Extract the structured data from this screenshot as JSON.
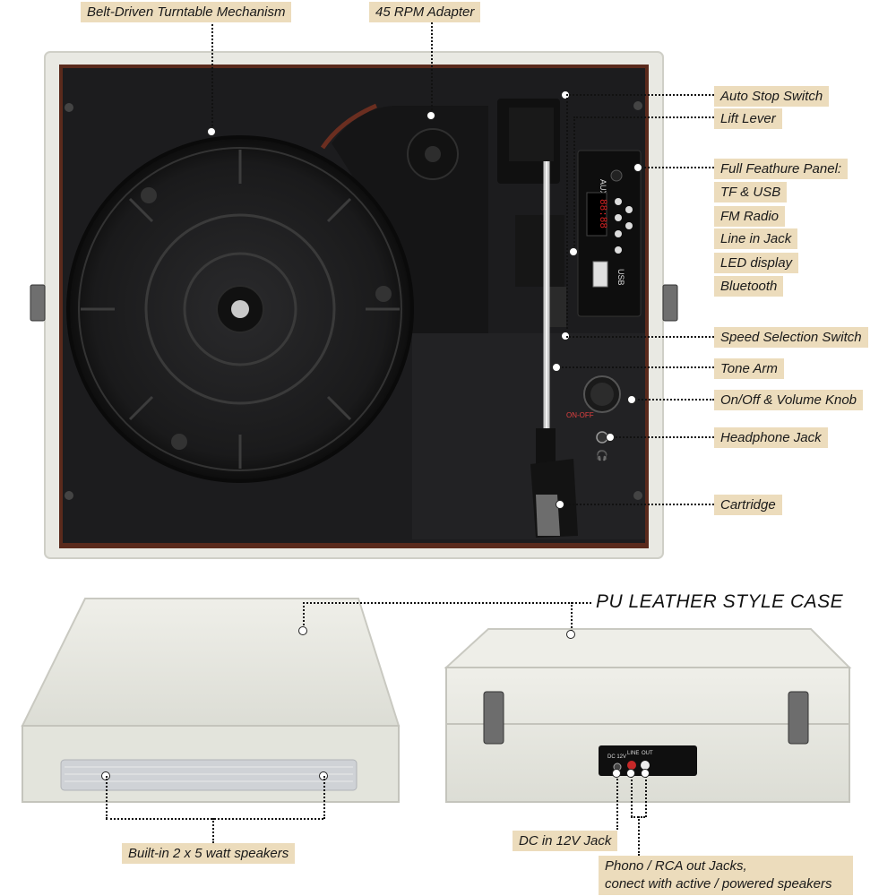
{
  "top_labels": {
    "belt": "Belt-Driven Turntable Mechanism",
    "adapter": "45 RPM Adapter"
  },
  "side_labels": [
    {
      "id": "auto-stop",
      "text": "Auto Stop Switch"
    },
    {
      "id": "lift-lever",
      "text": "Lift Lever"
    },
    {
      "id": "panel",
      "text": "Full Feathure Panel:"
    },
    {
      "id": "tf-usb",
      "text": "TF & USB"
    },
    {
      "id": "fm",
      "text": "FM Radio"
    },
    {
      "id": "line-in",
      "text": "Line in Jack"
    },
    {
      "id": "led",
      "text": "LED display"
    },
    {
      "id": "bluetooth",
      "text": "Bluetooth"
    },
    {
      "id": "speed",
      "text": "Speed Selection Switch"
    },
    {
      "id": "tone-arm",
      "text": "Tone Arm"
    },
    {
      "id": "volume",
      "text": "On/Off & Volume Knob"
    },
    {
      "id": "headphone",
      "text": "Headphone Jack"
    },
    {
      "id": "cartridge",
      "text": "Cartridge"
    }
  ],
  "device_print": {
    "aux": "AUX",
    "usb": "USB",
    "display": "88:88",
    "on_off": "ON-OFF",
    "line": "LINE",
    "out": "OUT",
    "dc": "DC 12V"
  },
  "case_title": "PU  LEATHER STYLE CASE",
  "bottom_labels": {
    "speakers": "Built-in 2 x 5 watt speakers",
    "dc": "DC in 12V Jack",
    "phono_line1": "Phono / RCA out Jacks,",
    "phono_line2": "conect with active / powered speakers"
  },
  "colors": {
    "label_bg": "#ecdcbc",
    "deck_black": "#1c1c1e",
    "case_cream": "#e8e9e2",
    "wood": "#5a2a1c"
  }
}
